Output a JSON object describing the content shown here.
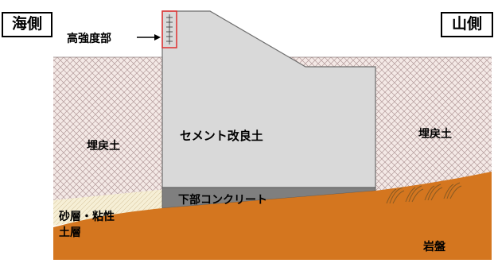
{
  "labels": {
    "sea_side": "海側",
    "mountain_side": "山側",
    "high_strength": "高強度部",
    "backfill_left": "埋戻土",
    "backfill_right": "埋戻土",
    "cement_improved_soil": "セメント改良土",
    "lower_concrete": "下部コンクリート",
    "sand_clay_line1": "砂層・粘性",
    "sand_clay_line2": "土層",
    "bedrock": "岩盤"
  },
  "colors": {
    "cement": "#d9d9d9",
    "hatch_bg": "#f4e9e6",
    "hatch_line": "#b39a9a",
    "bedrock": "#d4761f",
    "lower_concrete": "#7f7f7f",
    "sand_layer": "#f6efd6",
    "high_strength_outline": "#e03030",
    "grass": "#8a5a22"
  }
}
